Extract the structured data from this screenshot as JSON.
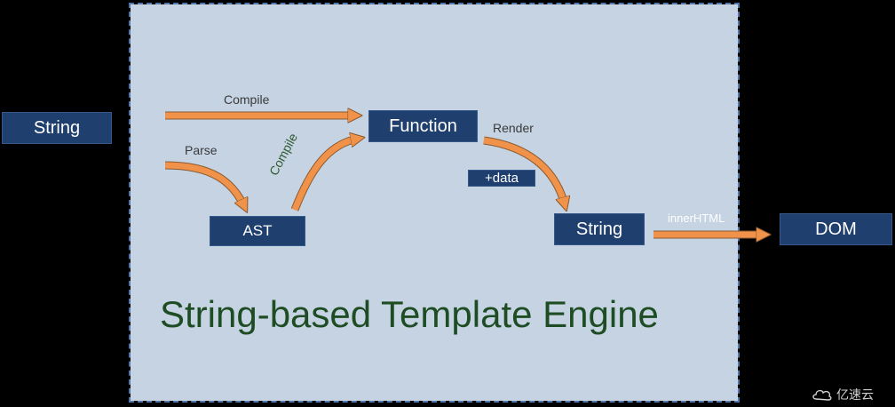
{
  "input": {
    "label": "String"
  },
  "nodes": {
    "function": "Function",
    "ast": "AST",
    "string_out": "String",
    "dom": "DOM",
    "data": "+data"
  },
  "edges": {
    "compile_top": "Compile",
    "parse": "Parse",
    "compile_diag": "Compile",
    "render": "Render",
    "innerhtml": "innerHTML"
  },
  "engine_title": "String-based Template Engine",
  "watermark": {
    "text": "亿速云"
  },
  "colors": {
    "background": "#000000",
    "panel": "#c5d3e3",
    "panel_border": "#4f78b0",
    "box": "#1f3f6e",
    "arrow": "#f0924a",
    "title": "#1e4d24"
  }
}
